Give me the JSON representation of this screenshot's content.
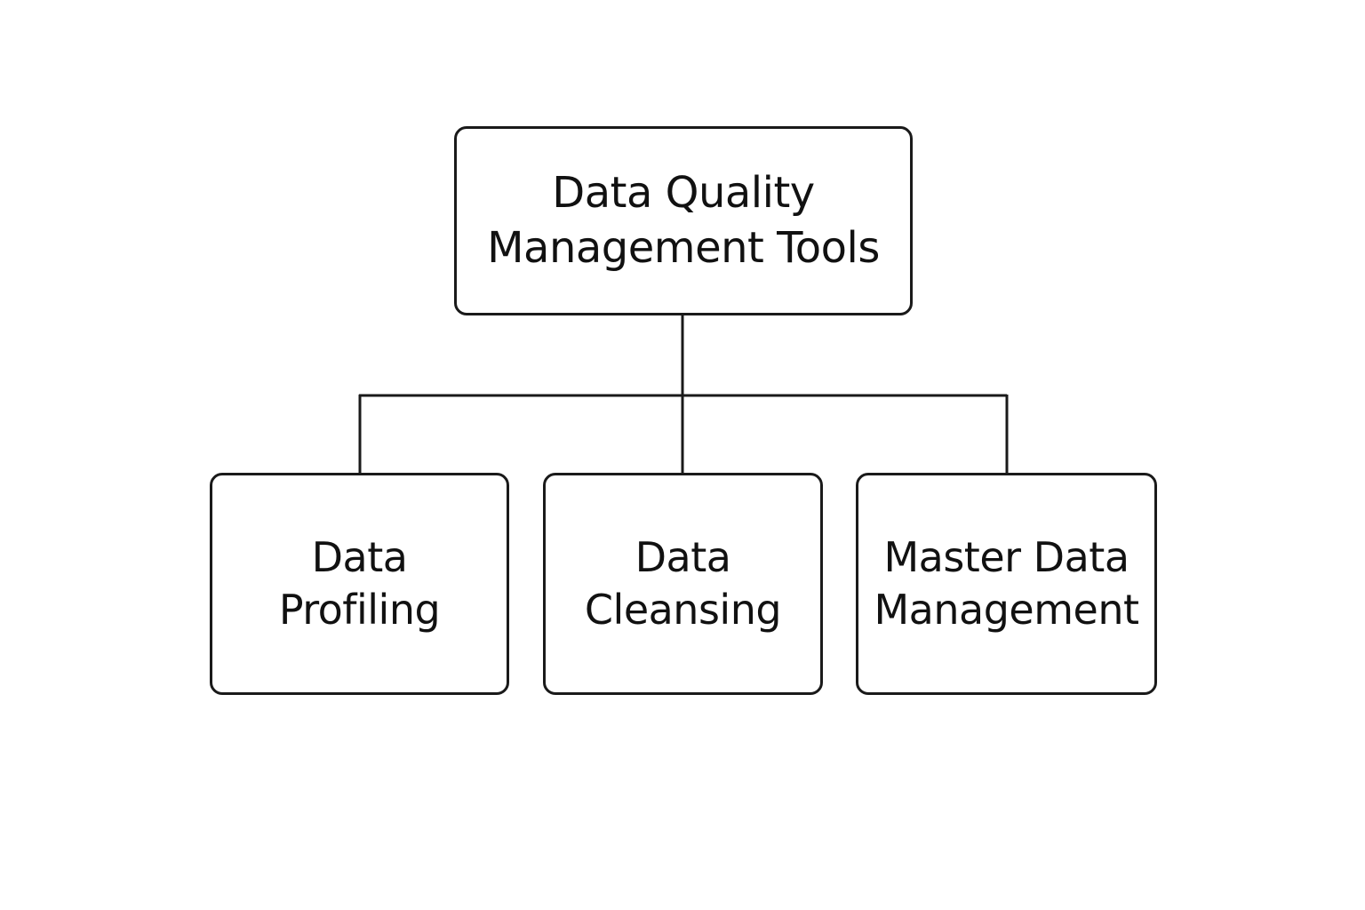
{
  "diagram": {
    "root": {
      "label": "Data Quality Management Tools"
    },
    "children": [
      {
        "label": "Data Profiling"
      },
      {
        "label": "Data Cleansing"
      },
      {
        "label": "Master Data Management"
      }
    ],
    "colors": {
      "stroke": "#1a1a1a",
      "text": "#111111",
      "background": "#ffffff"
    }
  }
}
